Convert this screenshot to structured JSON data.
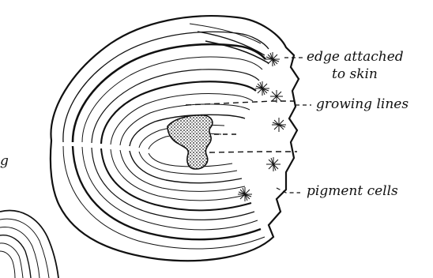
{
  "labels": {
    "edge_line1": "edge attached",
    "edge_line2": "to skin",
    "growing": "growing lines",
    "pigment": "pigment cells",
    "left_fragment": "g"
  },
  "colors": {
    "ink": "#111111",
    "background": "#ffffff"
  }
}
